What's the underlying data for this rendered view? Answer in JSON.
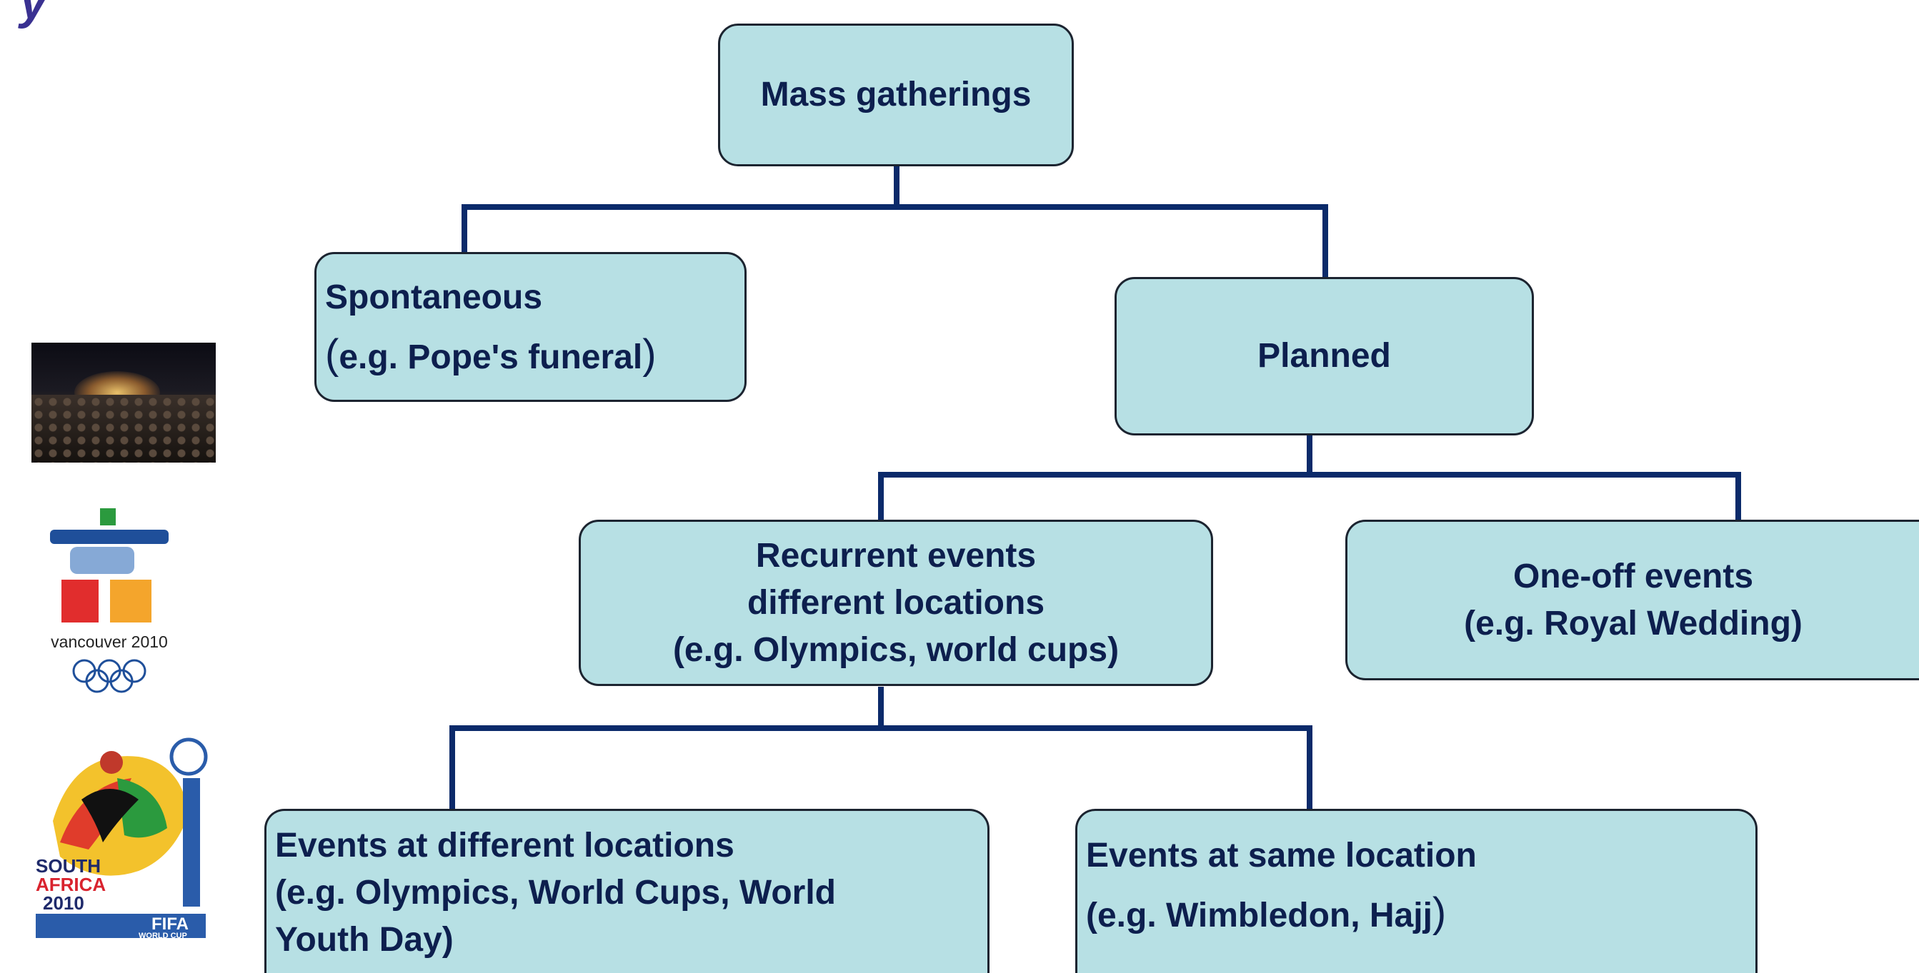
{
  "title_fragment": "y",
  "colors": {
    "box_fill": "#b7e0e4",
    "box_border": "#1c2430",
    "box_text": "#0d1f4e",
    "connector": "#0b2a6a",
    "title": "#3a3191"
  },
  "nodes": {
    "root": {
      "text": "Mass gatherings"
    },
    "spontaneous": {
      "line1": "Spontaneous",
      "paren_open": "(",
      "line2": "e.g. Pope's funeral",
      "paren_close": ")"
    },
    "planned": {
      "text": "Planned"
    },
    "recurrent": {
      "line1": "Recurrent events",
      "line2": "different locations",
      "line3": "(e.g. Olympics,  world cups)"
    },
    "one_off": {
      "line1": "One-off events",
      "line2": "(e.g. Royal Wedding)"
    },
    "different_locations": {
      "line1": "Events at different locations",
      "line2": "(e.g. Olympics,  World Cups,  World",
      "line3": "Youth Day)"
    },
    "same_location": {
      "line1": "Events at same location",
      "line2": "(e.g. Wimbledon, Hajj",
      "paren_close": ")"
    }
  },
  "images": {
    "vancouver_caption": "vancouver 2010",
    "fifa_text_1": "SOUTH",
    "fifa_text_2": "AFRICA",
    "fifa_text_3": "2010",
    "fifa_text_4": "FIFA",
    "fifa_text_5": "WORLD CUP"
  }
}
